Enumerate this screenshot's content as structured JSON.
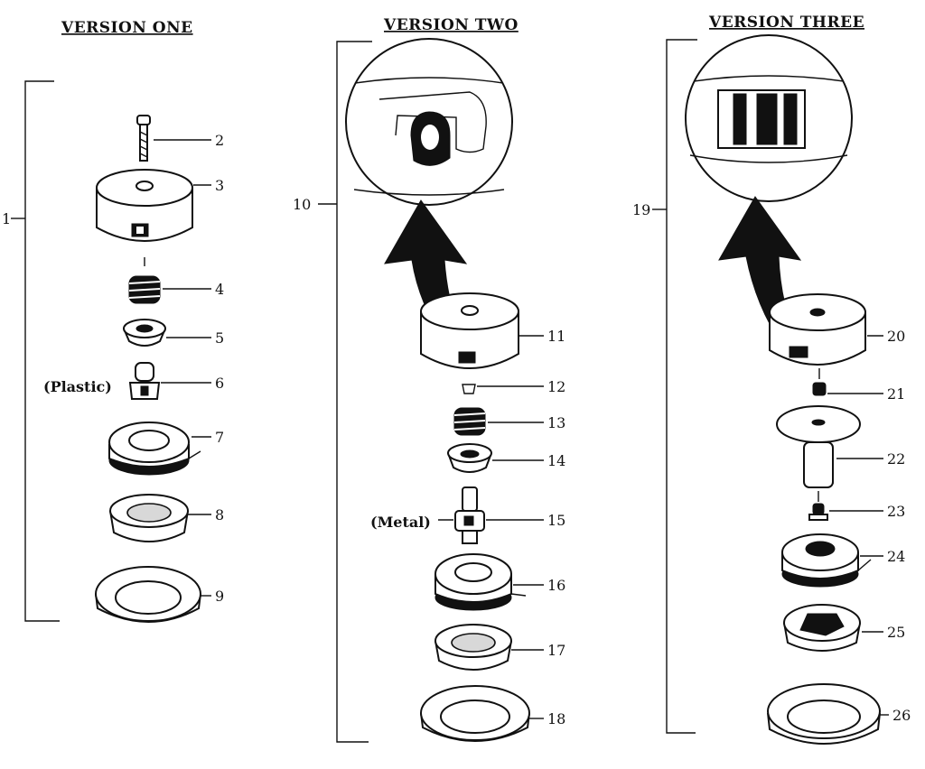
{
  "headers": {
    "version_one": "VERSION ONE",
    "version_two": "VERSION TWO",
    "version_three": "VERSION THREE"
  },
  "notes": {
    "plastic": "(Plastic)",
    "metal": "(Metal)"
  },
  "assembly_labels": {
    "v1": "1",
    "v2": "10",
    "v3": "19"
  },
  "parts": {
    "p2": "2",
    "p3": "3",
    "p4": "4",
    "p5": "5",
    "p6": "6",
    "p7": "7",
    "p8": "8",
    "p9": "9",
    "p11": "11",
    "p12": "12",
    "p13": "13",
    "p14": "14",
    "p15": "15",
    "p16": "16",
    "p17": "17",
    "p18": "18",
    "p20": "20",
    "p21": "21",
    "p22": "22",
    "p23": "23",
    "p24": "24",
    "p25": "25",
    "p26": "26"
  }
}
